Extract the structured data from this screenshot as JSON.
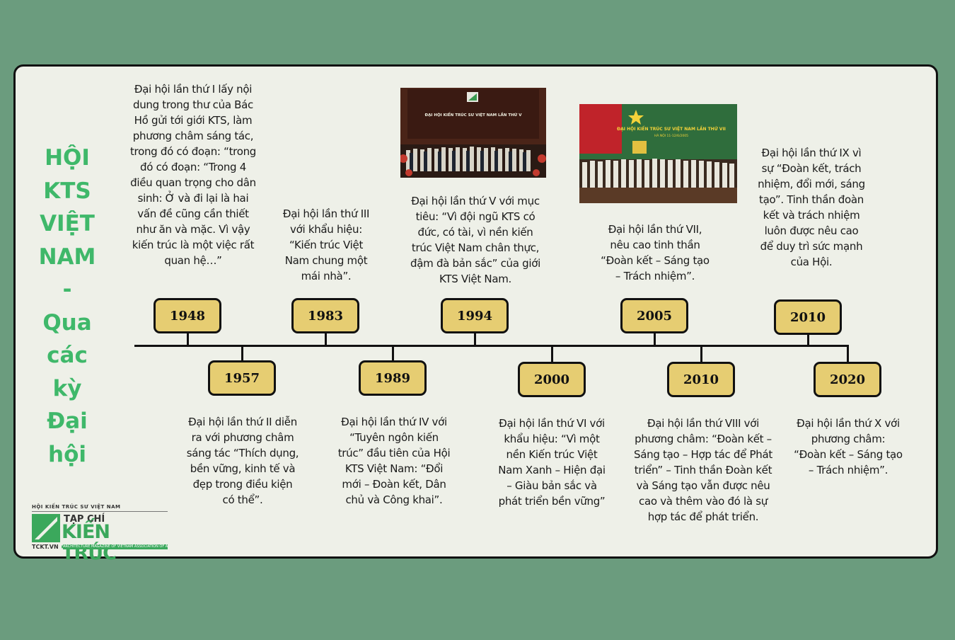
{
  "title_lines": [
    "HỘI",
    "KTS",
    "VIỆT",
    "NAM",
    "-",
    "Qua",
    "các",
    "kỳ",
    "Đại",
    "hội"
  ],
  "events": [
    {
      "year": "1948",
      "text": "Đại hội lần thứ I lấy nội dung trong thư của Bác Hồ gửi tới giới KTS, làm phương châm sáng tác, trong đó có đoạn: “trong đó có đoạn: “Trong 4 điều quan trọng cho dân sinh: Ở và đi lại là hai vấn đề cũng cần thiết như ăn và mặc. Vì vậy kiến trúc là một việc rất quan hệ…”"
    },
    {
      "year": "1957",
      "text": "Đại hội lần thứ II diễn ra với phương châm sáng tác “Thích dụng, bền vững, kinh tế và đẹp trong điều kiện có thể”."
    },
    {
      "year": "1983",
      "text": "Đại hội lần thứ III với khẩu hiệu: “Kiến trúc Việt Nam chung một mái nhà”."
    },
    {
      "year": "1989",
      "text": "Đại hội lần thứ IV với “Tuyên ngôn kiến trúc” đầu tiên của Hội KTS Việt Nam: “Đổi mới – Đoàn kết, Dân chủ và Công khai”."
    },
    {
      "year": "1994",
      "text": "Đại hội lần thứ V với mục tiêu: “Vì đội ngũ KTS có đức, có tài, vì nền kiến trúc Việt Nam chân thực, đậm đà bản sắc” của giới KTS Việt Nam."
    },
    {
      "year": "2000",
      "text": "Đại hội lần thứ VI với khẩu hiệu: “Vì một nền Kiến trúc Việt Nam Xanh – Hiện đại – Giàu bản sắc và phát triển bền vững”"
    },
    {
      "year": "2005",
      "text": "Đại hội lần thứ VII, nêu cao tinh thần “Đoàn kết – Sáng tạo – Trách nhiệm”."
    },
    {
      "year": "2010",
      "text": "Đại hội lần thứ VIII với phương châm: “Đoàn kết – Sáng tạo – Hợp tác để Phát triển” – Tinh thần Đoàn kết và Sáng tạo vẫn được nêu cao và thêm vào đó là sự hợp tác để phát triển."
    },
    {
      "year": "2010",
      "text": "Đại hội lần thứ IX vì sự “Đoàn kết, trách nhiệm, đổi mới, sáng tạo”. Tinh thần đoàn kết và trách nhiệm luôn được nêu cao để duy trì sức mạnh của Hội."
    },
    {
      "year": "2020",
      "text": "Đại hội lần thứ X với phương châm: “Đoàn kết – Sáng tạo – Trách nhiệm”."
    }
  ],
  "photos": {
    "p1994": {
      "caption": "ĐẠI HỘI KIẾN TRÚC SƯ VIỆT NAM LẦN THỨ V"
    },
    "p2005": {
      "caption": "ĐẠI HỘI KIẾN TRÚC SƯ VIỆT NAM LẦN THỨ VII",
      "place": "HÀ NỘI 11-12/6/2005"
    }
  },
  "logo": {
    "org": "HỘI KIẾN TRÚC SƯ VIỆT NAM",
    "tapchi": "TẠP CHÍ",
    "name": "KIẾN TRÚC",
    "url": "TCKT.VN",
    "tagline": "ARCHITECTURE MAGAZINE OF VIETNAM ASSOCIATION OF ARCHITECTS"
  },
  "colors": {
    "background": "#6b9c7e",
    "card": "#eef0e8",
    "title": "#3fb86a",
    "yearbox": "#e6cd72"
  }
}
